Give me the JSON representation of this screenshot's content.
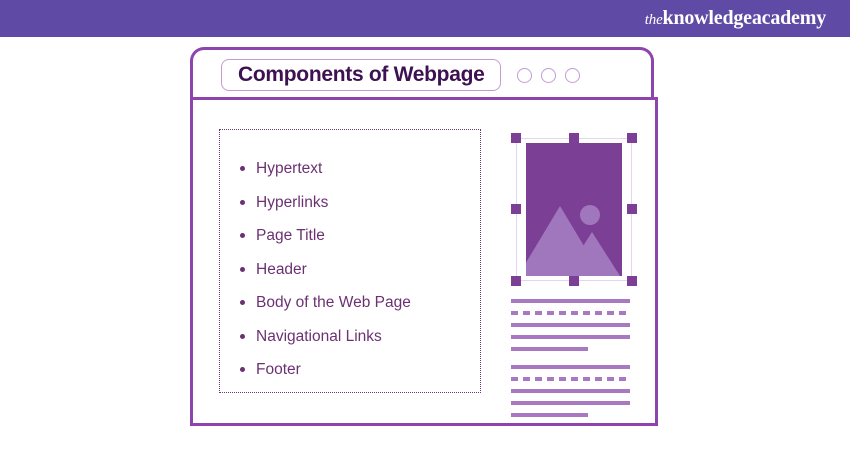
{
  "brand": {
    "logo_prefix": "the",
    "logo_main": "knowledgeacademy",
    "bar_color": "#5F4BA5"
  },
  "browser": {
    "title": "Components of Webpage",
    "chrome_dots": [
      "window-dot-1",
      "window-dot-2",
      "window-dot-3"
    ],
    "frame_color": "#8E44AD",
    "title_color": "#3D1152"
  },
  "list_panel": {
    "border_style": "dotted",
    "text_color": "#6B3173",
    "items": [
      {
        "label": "Hypertext"
      },
      {
        "label": "Hyperlinks"
      },
      {
        "label": "Page Title"
      },
      {
        "label": "Header"
      },
      {
        "label": "Body of the Web Page"
      },
      {
        "label": "Navigational Links"
      },
      {
        "label": "Footer"
      }
    ]
  },
  "image_widget": {
    "icon_name": "image-placeholder-icon",
    "fill_color": "#7B3F96",
    "accent_color": "#A077BC",
    "selected": true,
    "handle_count": 8
  },
  "text_lines": {
    "line_color": "#A878C0",
    "groups": [
      {
        "lines": [
          {
            "style": "full",
            "dashed": false
          },
          {
            "style": "full",
            "dashed": true
          },
          {
            "style": "full",
            "dashed": false
          },
          {
            "style": "full",
            "dashed": false
          },
          {
            "style": "short",
            "dashed": false
          }
        ]
      },
      {
        "lines": [
          {
            "style": "full",
            "dashed": false
          },
          {
            "style": "full",
            "dashed": true
          },
          {
            "style": "full",
            "dashed": false
          },
          {
            "style": "full",
            "dashed": false
          },
          {
            "style": "short",
            "dashed": false
          }
        ]
      }
    ]
  }
}
